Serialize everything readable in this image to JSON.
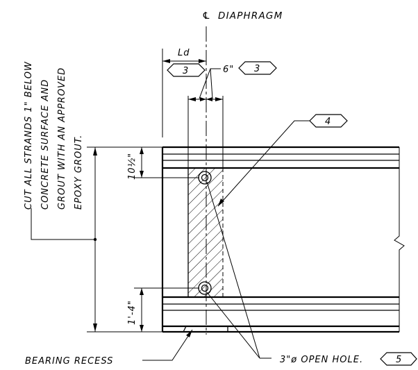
{
  "centerline_label": {
    "symbol": "℄",
    "text": "DIAPHRAGM"
  },
  "note_lines": [
    "CUT ALL STRANDS 1\" BELOW",
    "CONCRETE SURFACE AND",
    "GROUT WITH AN APPROVED",
    "EPOXY GROUT."
  ],
  "dimensions": {
    "ld_label": "Ld",
    "ld_tag": "3",
    "width_label": "6\"",
    "width_tag": "3",
    "top_offset": "10½\"",
    "bottom_offset": "1'-4\""
  },
  "callouts": {
    "hatch_tag": "4",
    "bearing_recess": "BEARING RECESS",
    "open_hole": "3\"ø OPEN HOLE.",
    "open_hole_tag": "5"
  }
}
